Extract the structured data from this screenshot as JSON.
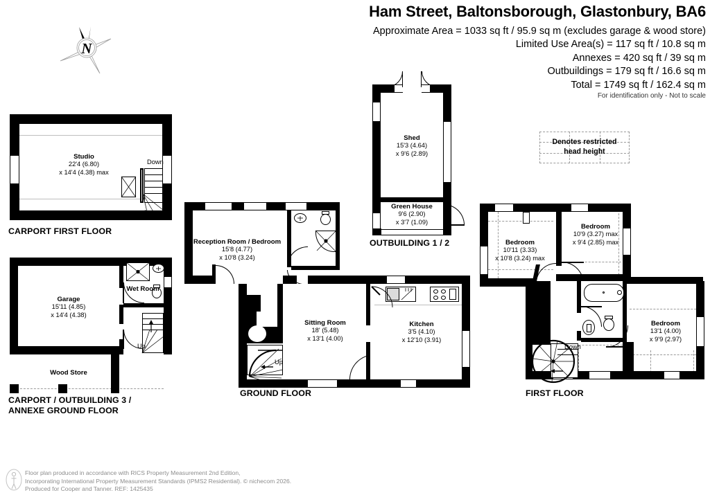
{
  "header": {
    "title": "Ham Street, Baltonsborough, Glastonbury, BA6",
    "areas": [
      "Approximate Area = 1033 sq ft / 95.9 sq m (excludes garage & wood store)",
      "Limited Use Area(s) = 117 sq ft / 10.8 sq m",
      "Annexes = 420 sq ft / 39 sq m",
      "Outbuildings = 179 sq ft / 16.6 sq m",
      "Total = 1749 sq ft / 162.4 sq m"
    ],
    "disclaimer": "For identification only - Not to scale"
  },
  "compass": {
    "label": "N"
  },
  "legend": {
    "line1": "Denotes restricted",
    "line2": "head height"
  },
  "floor_labels": {
    "carport_first": "CARPORT FIRST FLOOR",
    "carport_ground_l1": "CARPORT / OUTBUILDING 3 /",
    "carport_ground_l2": "ANNEXE GROUND FLOOR",
    "ground": "GROUND FLOOR",
    "outbuilding": "OUTBUILDING 1 / 2",
    "first": "FIRST FLOOR"
  },
  "rooms": {
    "studio": {
      "name": "Studio",
      "dim1": "22'4 (6.80)",
      "dim2": "x 14'4 (4.38) max"
    },
    "garage": {
      "name": "Garage",
      "dim1": "15'11 (4.85)",
      "dim2": "x 14'4 (4.38)"
    },
    "wetroom": {
      "name": "Wet Room",
      "dim1": "",
      "dim2": ""
    },
    "woodstore": {
      "name": "Wood Store",
      "dim1": "",
      "dim2": ""
    },
    "reception": {
      "name": "Reception Room / Bedroom",
      "dim1": "15'8 (4.77)",
      "dim2": "x 10'8 (3.24)"
    },
    "sitting": {
      "name": "Sitting Room",
      "dim1": "18' (5.48)",
      "dim2": "x 13'1 (4.00)"
    },
    "kitchen": {
      "name": "Kitchen",
      "dim1": "3'5 (4.10)",
      "dim2": "x 12'10 (3.91)"
    },
    "shed": {
      "name": "Shed",
      "dim1": "15'3 (4.64)",
      "dim2": "x 9'6 (2.89)"
    },
    "greenhouse": {
      "name": "Green House",
      "dim1": "9'6 (2.90)",
      "dim2": "x 3'7 (1.09)"
    },
    "bed1": {
      "name": "Bedroom",
      "dim1": "10'11 (3.33)",
      "dim2": "x 10'8 (3.24) max"
    },
    "bed2": {
      "name": "Bedroom",
      "dim1": "10'9 (3.27) max",
      "dim2": "x 9'4 (2.85) max"
    },
    "bed3": {
      "name": "Bedroom",
      "dim1": "13'1 (4.00)",
      "dim2": "x 9'9 (2.97)"
    }
  },
  "stair_markers": {
    "studio_down": "Down",
    "annexe_up": "Up",
    "ground_up": "Up",
    "first_down": "Down"
  },
  "footer": {
    "line1": "Floor plan produced in accordance with RICS Property Measurement 2nd Edition,",
    "line2": "Incorporating International Property Measurement Standards (IPMS2 Residential).   © nichecom 2026.",
    "line3": "Produced for Cooper and Tanner.   REF: 1425435"
  },
  "colors": {
    "wall": "#000000",
    "paper": "#ffffff",
    "hatch": "#9a9a9a",
    "footer_text": "#8d8d8d"
  }
}
